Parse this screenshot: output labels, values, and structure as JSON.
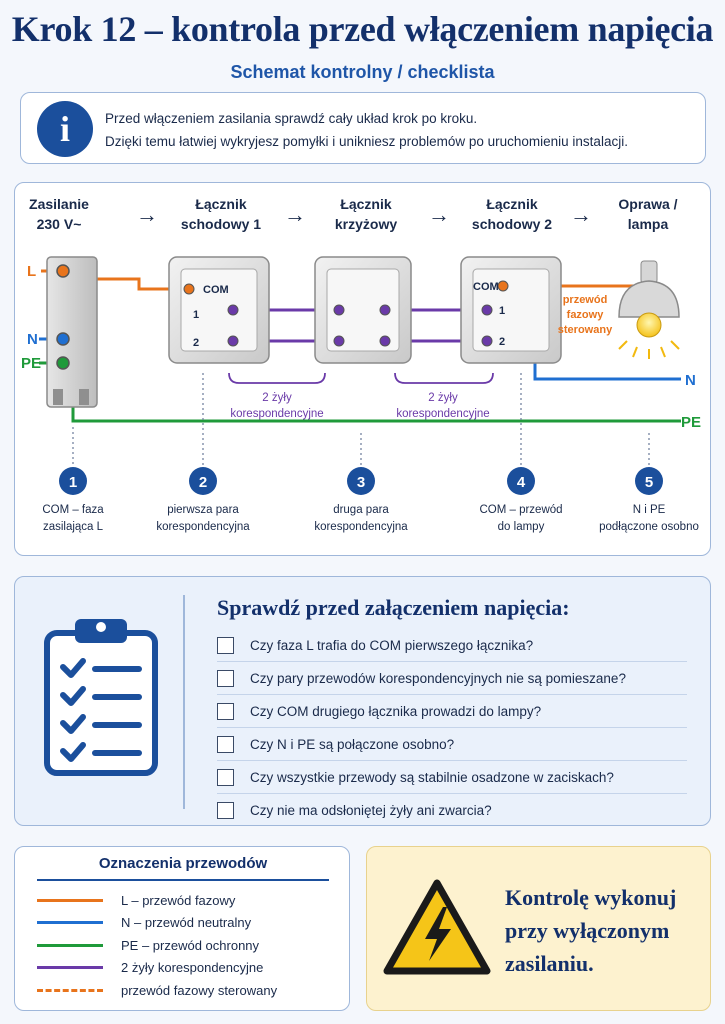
{
  "title": "Krok 12 – kontrola przed włączeniem napięcia",
  "subtitle": "Schemat kontrolny / checklista",
  "info": {
    "line1": "Przed włączeniem zasilania sprawdź cały układ krok po kroku.",
    "line2": "Dzięki temu łatwiej wykryjesz pomyłki i unikniesz problemów po uruchomieniu instalacji."
  },
  "diagram": {
    "headers": {
      "supply": [
        "Zasilanie",
        "230 V~"
      ],
      "switch1": [
        "Łącznik",
        "schodowy 1"
      ],
      "cross": [
        "Łącznik",
        "krzyżowy"
      ],
      "switch2": [
        "Łącznik",
        "schodowy 2"
      ],
      "lamp": [
        "Oprawa /",
        "lampa"
      ]
    },
    "arrow": "→",
    "terminals": {
      "L": "L",
      "N": "N",
      "PE": "PE",
      "COM": "COM",
      "t1": "1",
      "t2": "2"
    },
    "labels": {
      "pair1": [
        "2 żyły",
        "korespondencyjne"
      ],
      "pair2": [
        "2 żyły",
        "korespondencyjne"
      ],
      "controlled": [
        "przewód",
        "fazowy",
        "sterowany"
      ],
      "n_out": "N",
      "pe_out": "PE"
    },
    "steps": [
      {
        "num": "1",
        "lines": [
          "COM – faza",
          "zasilająca L"
        ]
      },
      {
        "num": "2",
        "lines": [
          "pierwsza para",
          "korespondencyjna"
        ]
      },
      {
        "num": "3",
        "lines": [
          "druga para",
          "korespondencyjna"
        ]
      },
      {
        "num": "4",
        "lines": [
          "COM – przewód",
          "do lampy"
        ]
      },
      {
        "num": "5",
        "lines": [
          "N i PE",
          "podłączone osobno"
        ]
      }
    ]
  },
  "checklist": {
    "title": "Sprawdź przed załączeniem napięcia:",
    "items": [
      "Czy faza L trafia do COM pierwszego łącznika?",
      "Czy pary przewodów korespondencyjnych nie są pomieszane?",
      "Czy COM drugiego łącznika prowadzi do lampy?",
      "Czy N i PE są połączone osobno?",
      "Czy wszystkie przewody są stabilnie osadzone w zaciskach?",
      "Czy nie ma odsłoniętej żyły ani zwarcia?"
    ]
  },
  "legend": {
    "title": "Oznaczenia przewodów",
    "items": [
      {
        "label": "L – przewód fazowy",
        "color": "#e8741c",
        "style": "solid"
      },
      {
        "label": "N – przewód neutralny",
        "color": "#1f6fd1",
        "style": "solid"
      },
      {
        "label": "PE – przewód ochronny",
        "color": "#1f9a3a",
        "style": "solid"
      },
      {
        "label": "2 żyły korespondencyjne",
        "color": "#6a3aa8",
        "style": "solid"
      },
      {
        "label": "przewód fazowy sterowany",
        "color": "#e8741c",
        "style": "dashed"
      }
    ]
  },
  "warning": {
    "lines": [
      "Kontrolę wykonuj",
      "przy wyłączonym",
      "zasilaniu."
    ]
  },
  "colors": {
    "phase": "#e8741c",
    "neutral": "#1f6fd1",
    "earth": "#1f9a3a",
    "traveler": "#6a3aa8",
    "navy": "#13306b",
    "accent": "#1b4f9c"
  }
}
